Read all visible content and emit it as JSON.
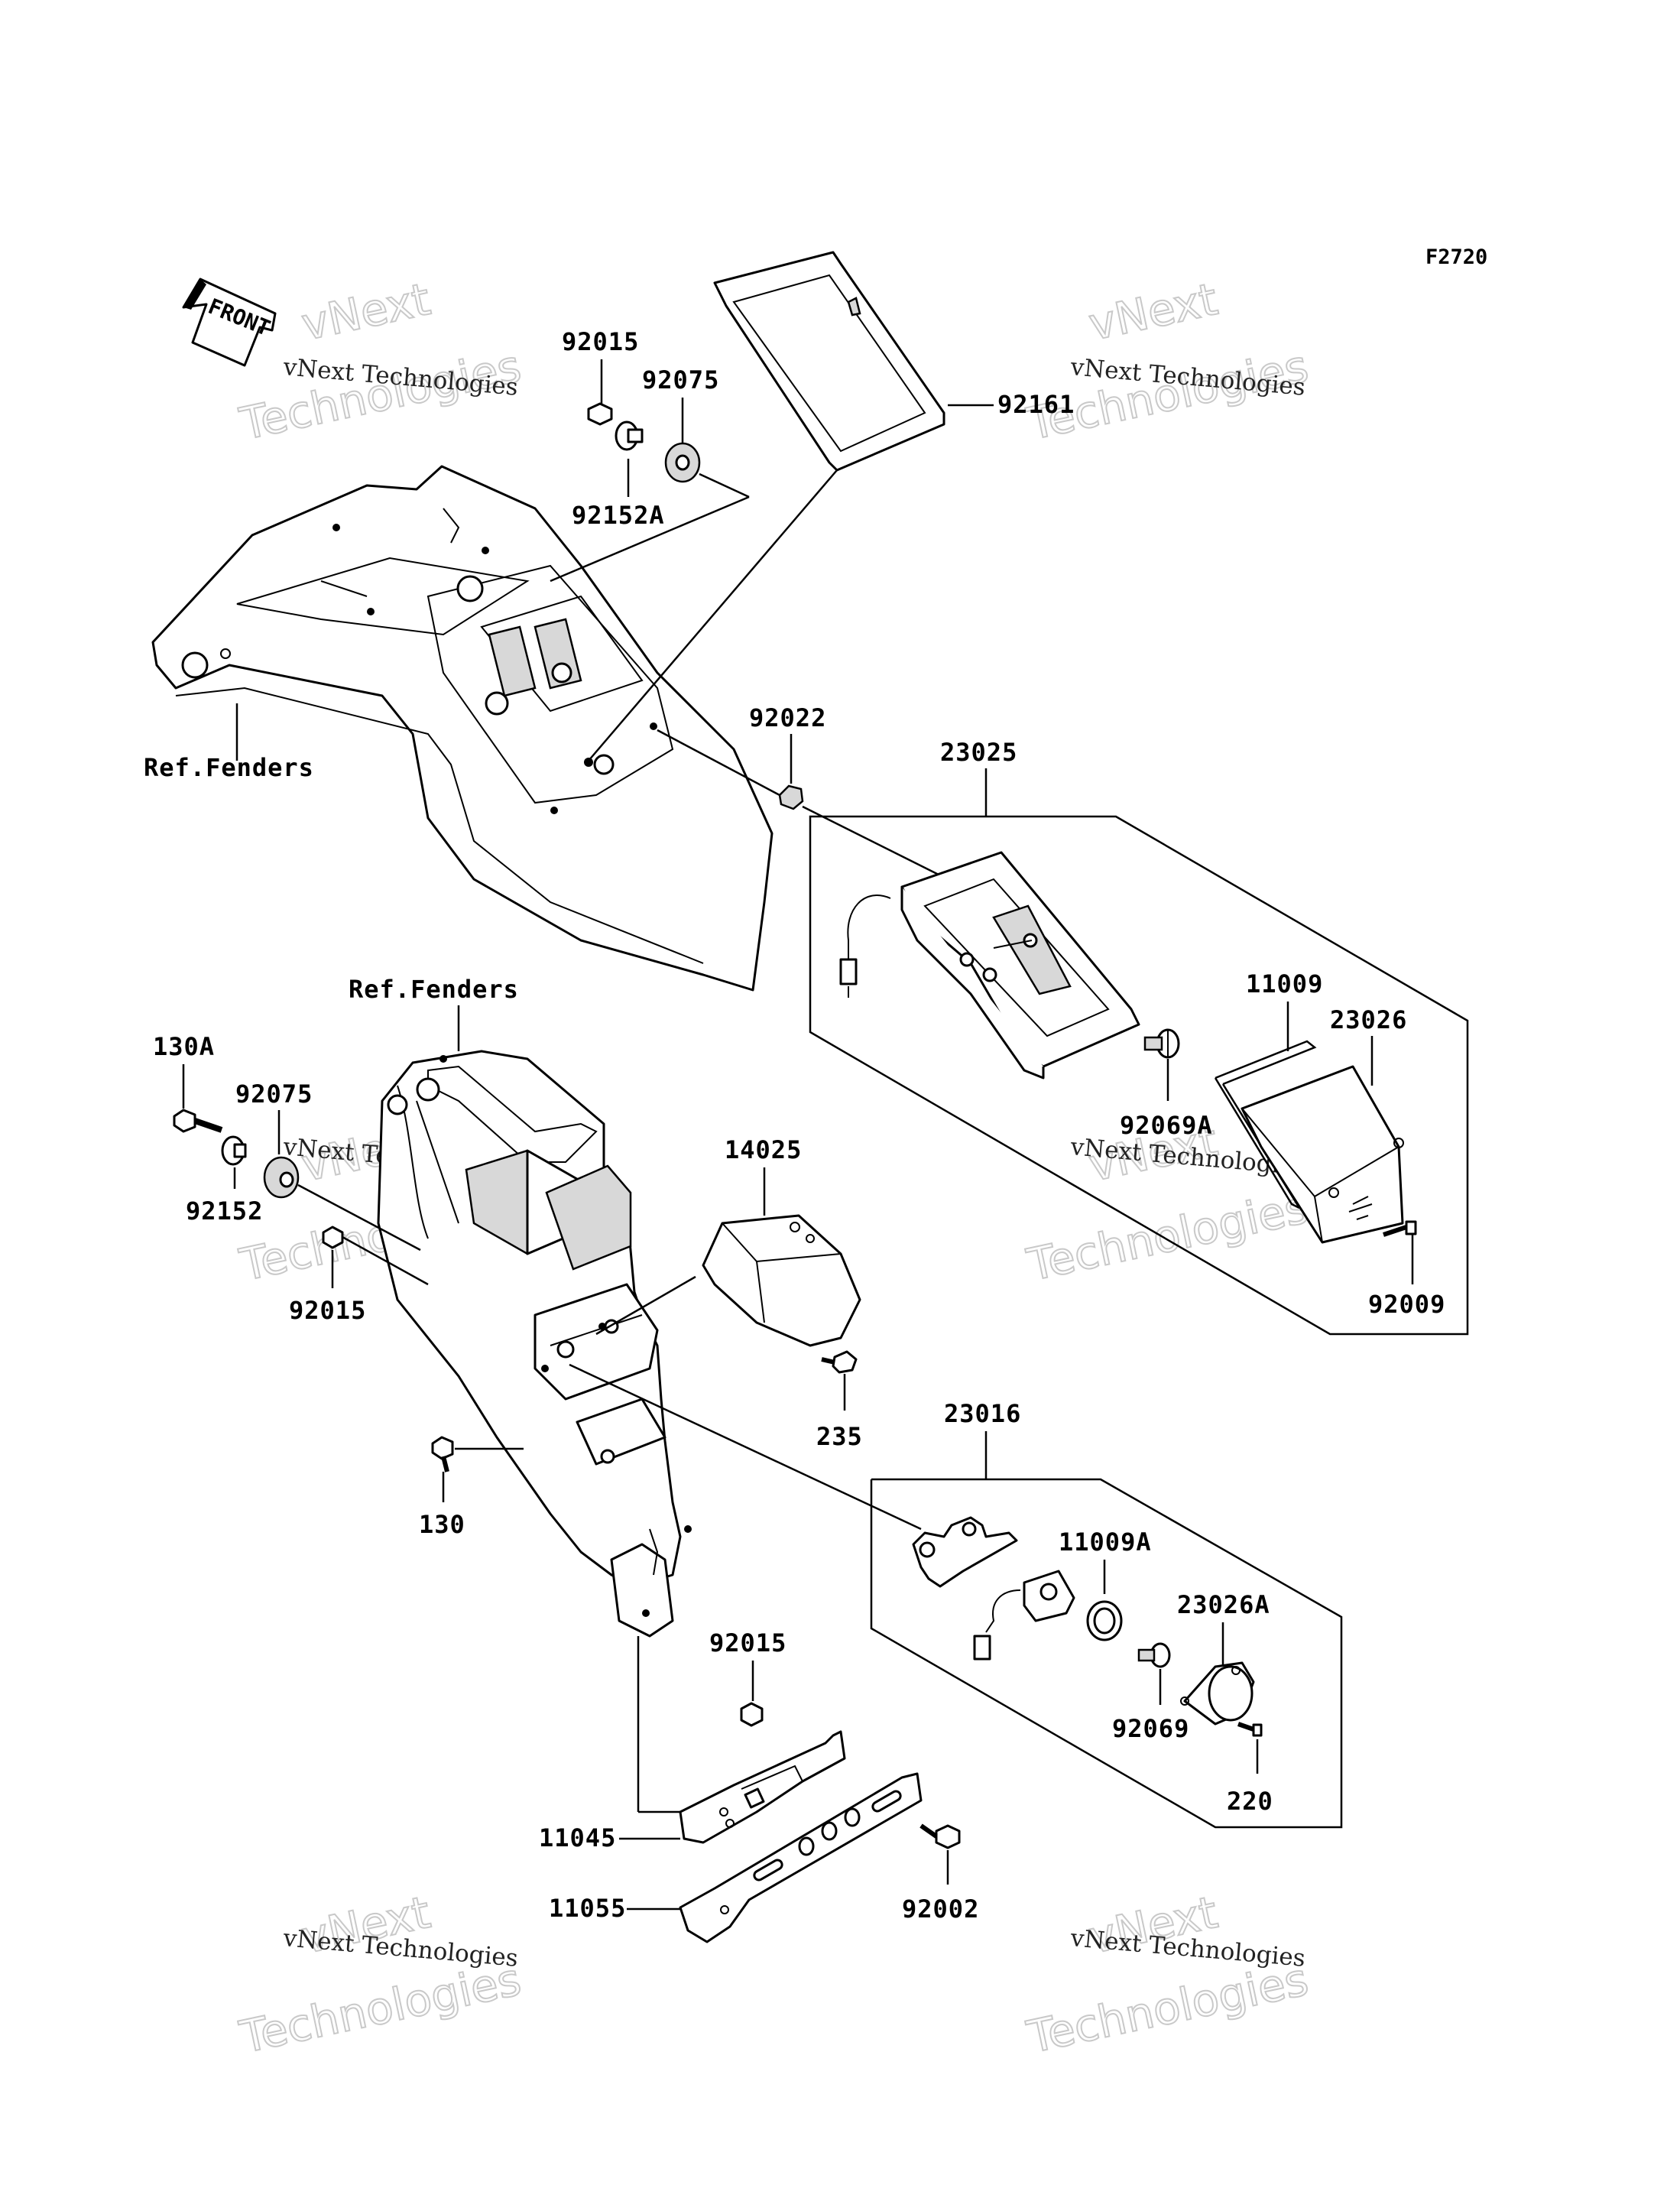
{
  "diagram": {
    "code": "F2720",
    "front_label": "FRONT",
    "watermark": {
      "small": "vNext Technologies",
      "big_line1": "vNext",
      "big_line2": "Technologies"
    },
    "parts": {
      "p92015_top": "92015",
      "p92075_top": "92075",
      "p92152A": "92152A",
      "p92161": "92161",
      "ref_fenders_top": "Ref.Fenders",
      "p92022": "92022",
      "p23025": "23025",
      "ref_fenders_mid": "Ref.Fenders",
      "p130A": "130A",
      "p92075_mid": "92075",
      "p92152": "92152",
      "p92015_mid": "92015",
      "p14025": "14025",
      "p11009": "11009",
      "p23026": "23026",
      "p92069A": "92069A",
      "p92009": "92009",
      "p235": "235",
      "p23016": "23016",
      "p130": "130",
      "p11009A": "11009A",
      "p23026A": "23026A",
      "p92015_low": "92015",
      "p92069": "92069",
      "p11045": "11045",
      "p220": "220",
      "p92002": "92002",
      "p11055": "11055"
    }
  }
}
